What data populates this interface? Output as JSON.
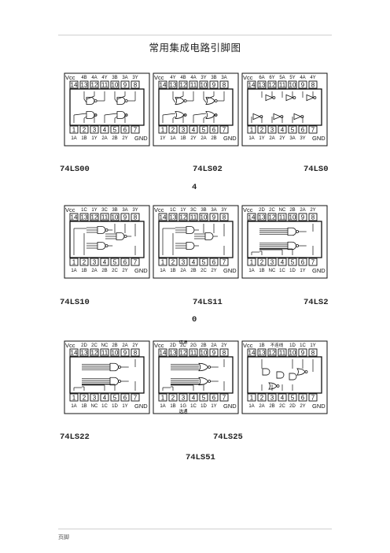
{
  "title": "常用集成电路引脚图",
  "footer": "页脚",
  "captions": {
    "ls00": "74LS00",
    "ls02": "74LS02",
    "ls04a": "74LS0",
    "ls04b": "4",
    "ls10": "74LS10",
    "ls11": "74LS11",
    "ls20a": "74LS2",
    "ls20b": "0",
    "ls22": "74LS22",
    "ls25": "74LS25",
    "ls51": "74LS51"
  },
  "pins_top": [
    "14",
    "13",
    "12",
    "11",
    "10",
    "9",
    "8"
  ],
  "pins_bottom": [
    "1",
    "2",
    "3",
    "4",
    "5",
    "6",
    "7"
  ],
  "chips": [
    {
      "id": "ls00",
      "vcc": "Vcc",
      "top": [
        "4B",
        "4A",
        "4Y",
        "3B",
        "3A",
        "3Y"
      ],
      "bottom": [
        "1A",
        "1B",
        "1Y",
        "2A",
        "2B",
        "2Y"
      ],
      "gnd": "GND"
    },
    {
      "id": "ls02",
      "vcc": "Vcc",
      "top": [
        "4Y",
        "4B",
        "4A",
        "3Y",
        "3B",
        "3A"
      ],
      "bottom": [
        "1Y",
        "1A",
        "1B",
        "2Y",
        "2A",
        "2B"
      ],
      "gnd": "GND"
    },
    {
      "id": "ls04",
      "vcc": "Vcc",
      "top": [
        "6A",
        "6Y",
        "5A",
        "5Y",
        "4A",
        "4Y"
      ],
      "bottom": [
        "1A",
        "1Y",
        "2A",
        "2Y",
        "3A",
        "3Y"
      ],
      "gnd": "GND"
    },
    {
      "id": "ls10",
      "vcc": "Vcc",
      "top": [
        "1C",
        "1Y",
        "3C",
        "3B",
        "3A",
        "3Y"
      ],
      "bottom": [
        "1A",
        "1B",
        "2A",
        "2B",
        "2C",
        "2Y"
      ],
      "gnd": "GND"
    },
    {
      "id": "ls11",
      "vcc": "Vcc",
      "top": [
        "1C",
        "1Y",
        "3C",
        "3B",
        "3A",
        "3Y"
      ],
      "bottom": [
        "1A",
        "1B",
        "2A",
        "2B",
        "2C",
        "2Y"
      ],
      "gnd": "GND"
    },
    {
      "id": "ls20",
      "vcc": "Vcc",
      "top": [
        "2D",
        "2C",
        "NC",
        "2B",
        "2A",
        "2Y"
      ],
      "bottom": [
        "1A",
        "1B",
        "NC",
        "1C",
        "1D",
        "1Y"
      ],
      "gnd": "GND"
    },
    {
      "id": "ls22",
      "vcc": "Vcc",
      "top": [
        "2D",
        "2C",
        "NC",
        "2B",
        "2A",
        "2Y"
      ],
      "bottom": [
        "1A",
        "1B",
        "NC",
        "1C",
        "1D",
        "1Y"
      ],
      "gnd": "GND"
    },
    {
      "id": "ls25",
      "vcc": "Vcc",
      "top": [
        "2D",
        "2C",
        "2G",
        "2B",
        "2A",
        "2Y"
      ],
      "bottom": [
        "1A",
        "1B",
        "1G",
        "1C",
        "1D",
        "1Y"
      ],
      "gnd": "GND",
      "note_top": "选通",
      "note_bottom": "选通"
    },
    {
      "id": "ls51",
      "vcc": "Vcc",
      "top": [
        "1B",
        "",
        "",
        "1D",
        "1C",
        "1Y"
      ],
      "bottom": [
        "1A",
        "2A",
        "2B",
        "2C",
        "2D",
        "2Y"
      ],
      "gnd": "GND",
      "note_top": "不连线"
    }
  ]
}
